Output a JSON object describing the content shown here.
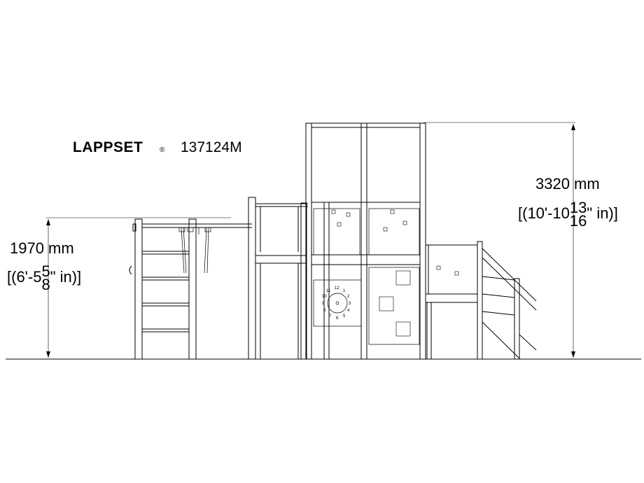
{
  "brand": {
    "name": "LAPPSET",
    "registered": "®",
    "product_code": "137124M"
  },
  "dimensions": {
    "left": {
      "mm": "1970 mm",
      "in_prefix": "[(6'-5",
      "frac_num": "5",
      "frac_den": "8",
      "in_suffix": "\" in)]"
    },
    "right": {
      "mm": "3320 mm",
      "in_prefix": "[(10'-10",
      "frac_num": "13",
      "frac_den": "16",
      "in_suffix": "\" in)]"
    }
  },
  "clock_numbers": [
    "12",
    "1",
    "2",
    "3",
    "4",
    "5",
    "6",
    "7",
    "8",
    "9",
    "10",
    "11"
  ]
}
